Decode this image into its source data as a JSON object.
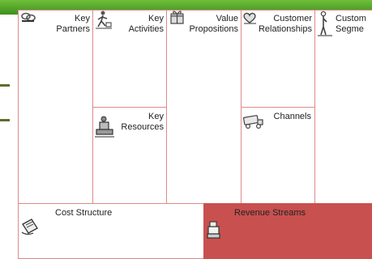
{
  "canvas": {
    "top_bar_color": "#4f9f28",
    "border_color": "#dd8a8a",
    "revenue_fill": "#c8504f"
  },
  "blocks": {
    "key_partners": {
      "line1": "Key",
      "line2": "Partners",
      "icon": "chain-link-icon"
    },
    "key_activities": {
      "line1": "Key",
      "line2": "Activities",
      "icon": "worker-icon"
    },
    "value_propositions": {
      "line1": "Value",
      "line2": "Propositions",
      "icon": "gift-icon"
    },
    "customer_relationships": {
      "line1": "Customer",
      "line2": "Relationships",
      "icon": "heart-icon"
    },
    "customer_segments": {
      "line1": "Custom",
      "line2": "Segme",
      "icon": "person-icon"
    },
    "key_resources": {
      "line1": "Key",
      "line2": "Resources",
      "icon": "factory-worker-icon"
    },
    "channels": {
      "line1": "Channels",
      "icon": "truck-icon"
    },
    "cost_structure": {
      "label": "Cost Structure",
      "icon": "price-tag-icon"
    },
    "revenue_streams": {
      "label": "Revenue Streams",
      "icon": "cash-register-icon"
    }
  }
}
